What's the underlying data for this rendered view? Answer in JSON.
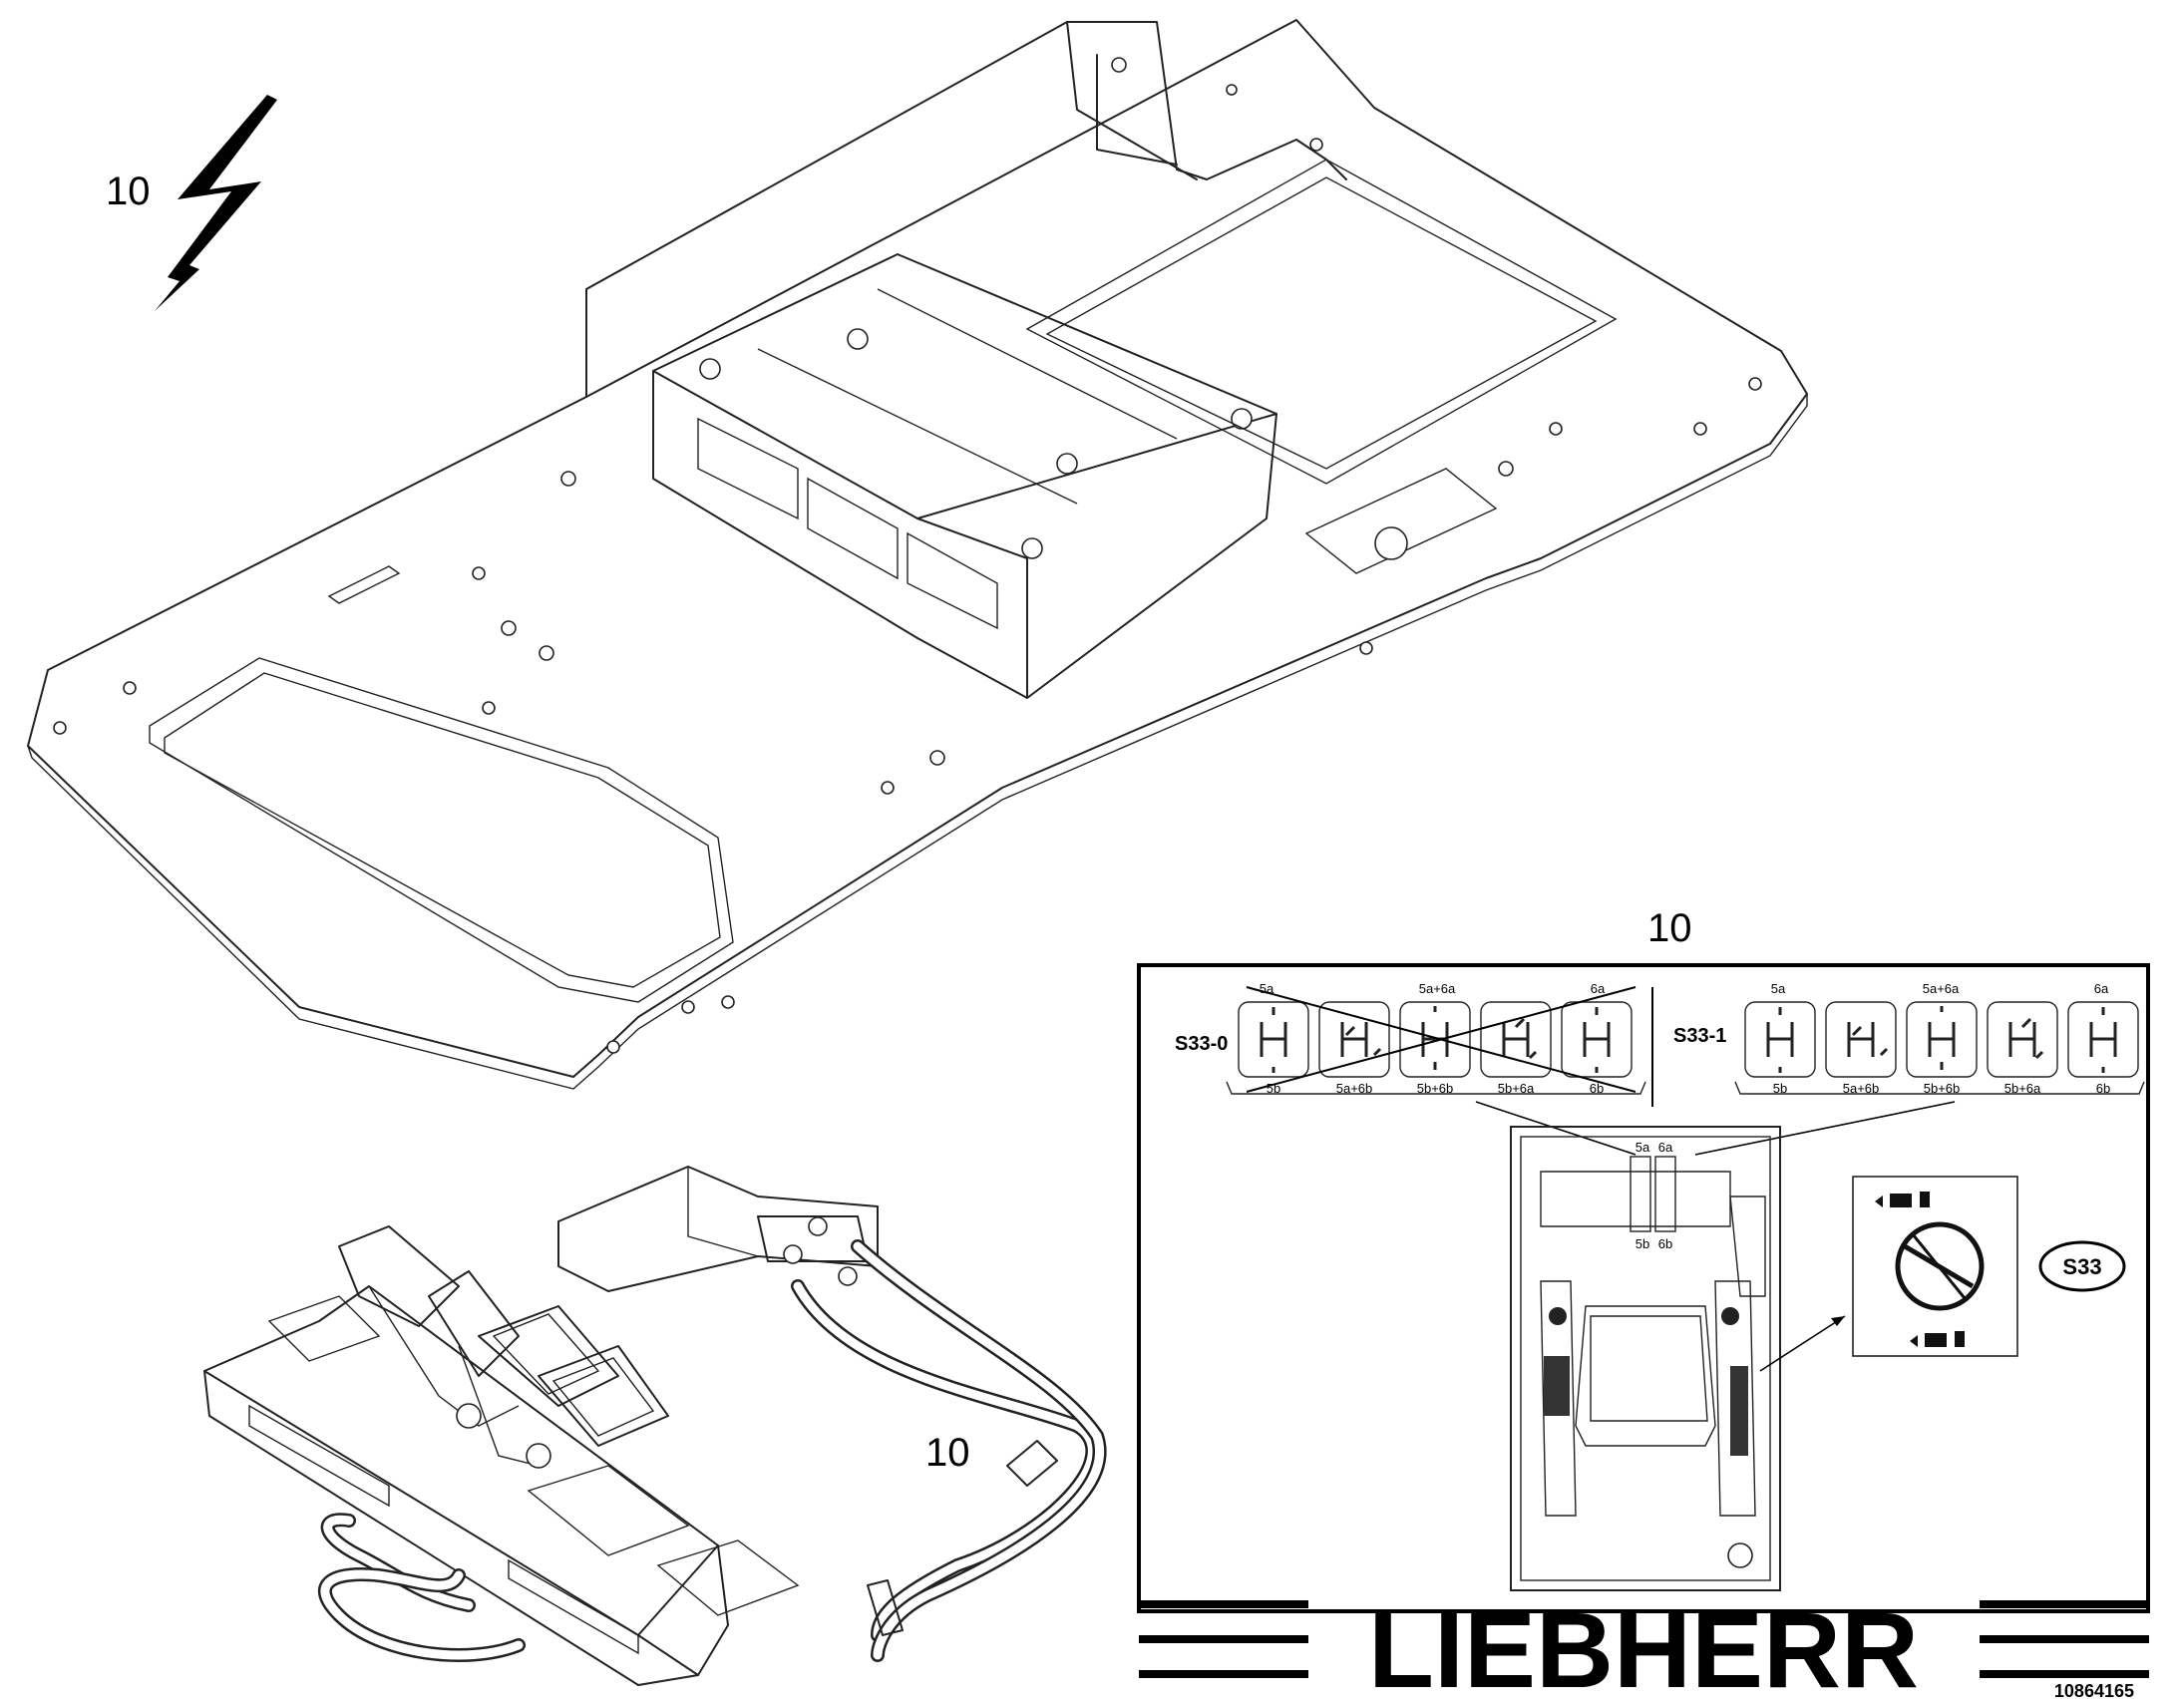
{
  "callouts": {
    "top_left": "10",
    "harness": "10",
    "detail_title": "10"
  },
  "detail": {
    "switch_label": "S33",
    "panel_left_label": "S33-0",
    "panel_right_label": "S33-1",
    "modes_top": [
      "5a",
      "",
      "5a+6a",
      "",
      "6a"
    ],
    "modes_bottom": [
      "5b",
      "5a+6b",
      "5b+6b",
      "5b+6a",
      "6b"
    ],
    "pedal_top_labels": [
      "5a",
      "6a"
    ],
    "pedal_bottom_labels": [
      "5b",
      "6b"
    ]
  },
  "brand": {
    "logo_text": "LIEBHERR",
    "doc_number": "10864165"
  },
  "icons": [
    "lightning-bolt-icon",
    "pedal-mode-icon",
    "rotary-switch-icon"
  ]
}
